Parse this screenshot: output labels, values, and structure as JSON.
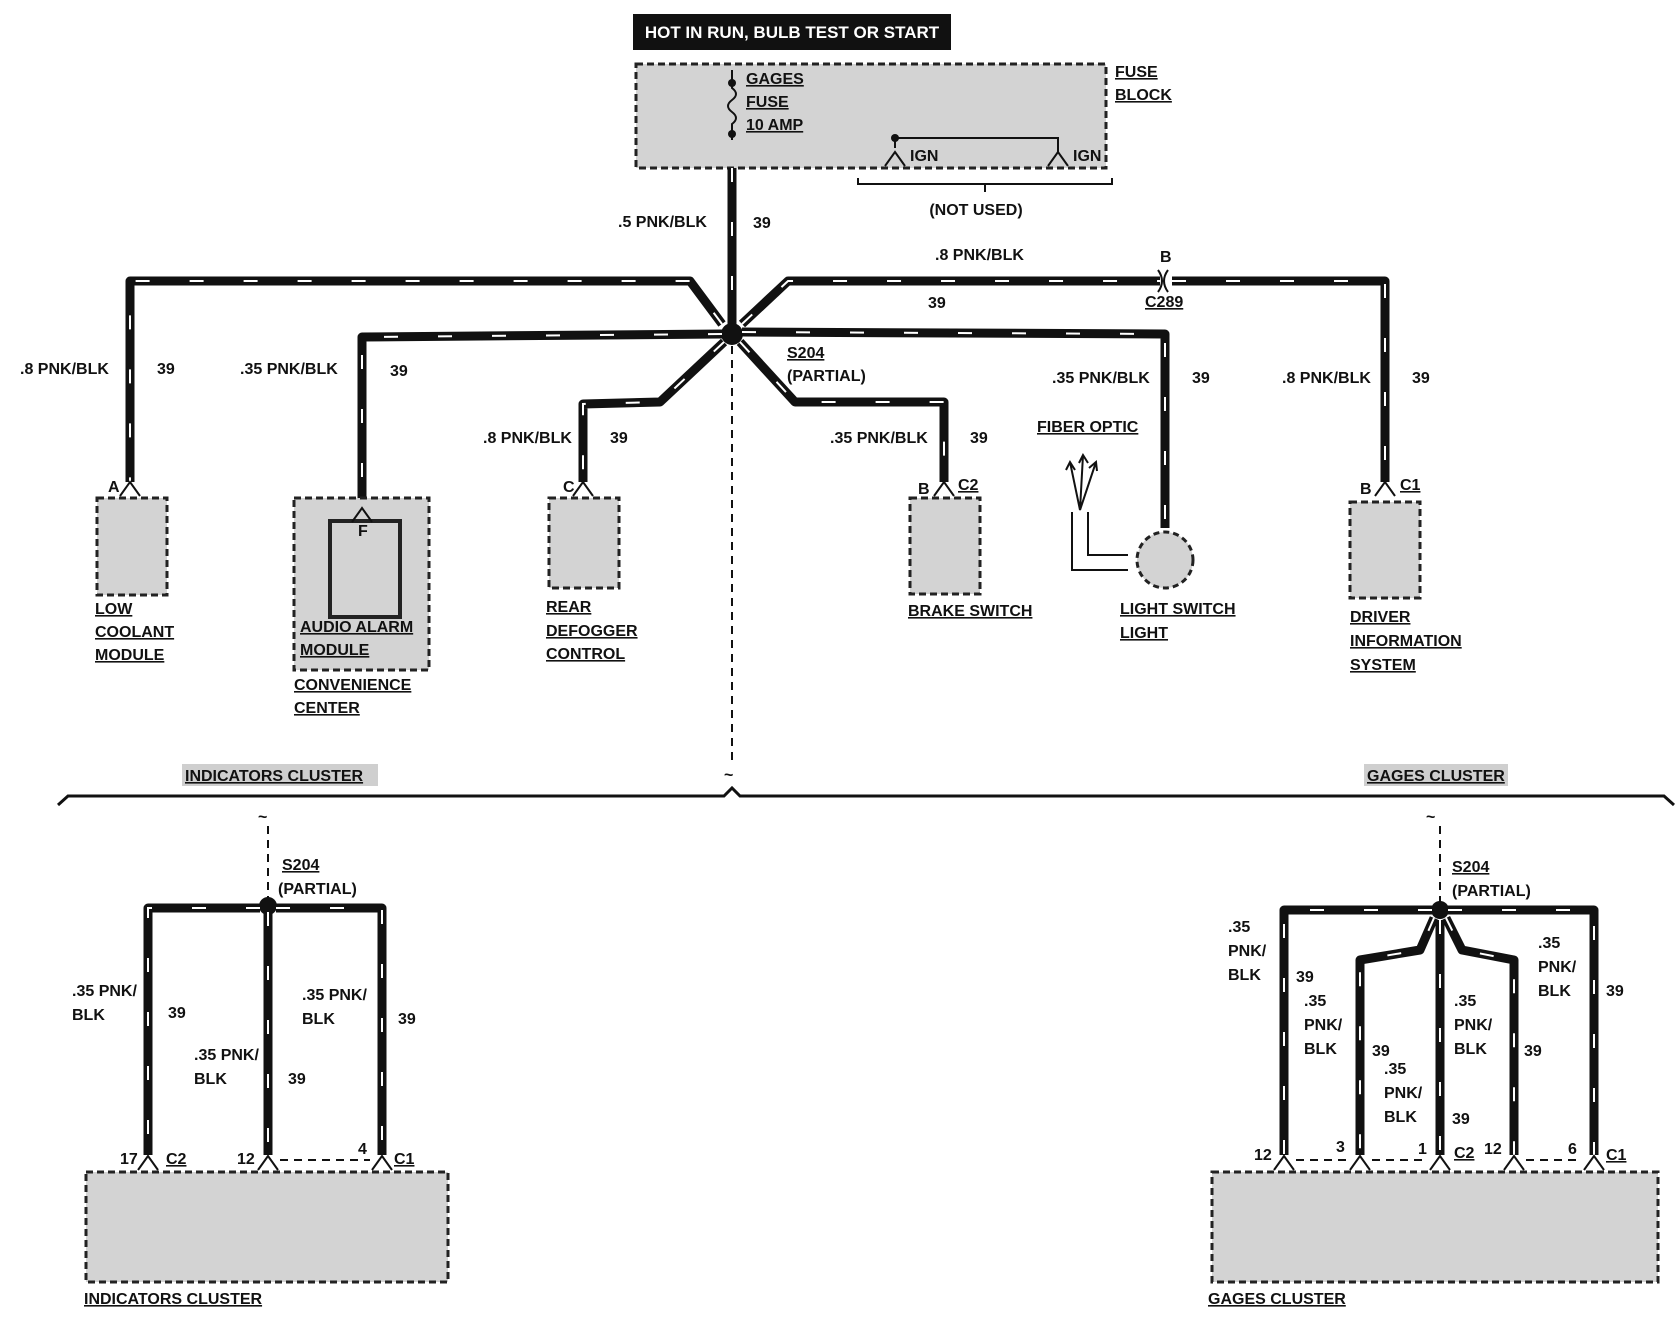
{
  "header": "HOT IN RUN, BULB TEST OR START",
  "fuse_block": {
    "fuse_name": "GAGES",
    "fuse_word": "FUSE",
    "fuse_rating": "10 AMP",
    "block_label_1": "FUSE",
    "block_label_2": "BLOCK",
    "ign_1": "IGN",
    "ign_2": "IGN",
    "not_used": "(NOT USED)"
  },
  "wires": {
    "main_gauge": ".5 PNK/BLK",
    "main_circuit": "39",
    "low_coolant_gauge": ".8 PNK/BLK",
    "low_coolant_circuit": "39",
    "audio_gauge": ".35 PNK/BLK",
    "audio_circuit": "39",
    "defogger_gauge": ".8 PNK/BLK",
    "defogger_circuit": "39",
    "brake_gauge": ".35 PNK/BLK",
    "brake_circuit": "39",
    "light_switch_gauge": ".35 PNK/BLK",
    "light_switch_circuit": "39",
    "dis_top_gauge": ".8 PNK/BLK",
    "dis_top_circuit": "39",
    "dis_gauge": ".8 PNK/BLK",
    "dis_circuit": "39"
  },
  "splices": {
    "s204": "S204",
    "partial": "(PARTIAL)",
    "c289": "C289",
    "c289_pin": "B"
  },
  "components": {
    "low_coolant": {
      "pin": "A",
      "line1": "LOW",
      "line2": "COOLANT",
      "line3": "MODULE"
    },
    "audio_alarm": {
      "pin": "F",
      "line1": "AUDIO ALARM",
      "line2": "MODULE",
      "center1": "CONVENIENCE",
      "center2": "CENTER"
    },
    "rear_defogger": {
      "pin": "C",
      "line1": "REAR",
      "line2": "DEFOGGER",
      "line3": "CONTROL"
    },
    "brake_switch": {
      "pin": "B",
      "conn": "C2",
      "line1": "BRAKE SWITCH"
    },
    "light_switch": {
      "fiber": "FIBER OPTIC",
      "line1": "LIGHT SWITCH",
      "line2": "LIGHT"
    },
    "dis": {
      "pin": "B",
      "conn": "C1",
      "line1": "DRIVER",
      "line2": "INFORMATION",
      "line3": "SYSTEM"
    }
  },
  "clusters": {
    "indicators_header": "INDICATORS CLUSTER",
    "gages_header": "GAGES CLUSTER",
    "indicators_label": "INDICATORS CLUSTER",
    "gages_label": "GAGES CLUSTER",
    "ind_s204": "S204",
    "ind_partial": "(PARTIAL)",
    "gag_s204": "S204",
    "gag_partial": "(PARTIAL)",
    "ind_w1_a": ".35 PNK/",
    "ind_w1_b": "BLK",
    "ind_w1_c": "39",
    "ind_w2_a": ".35 PNK/",
    "ind_w2_b": "BLK",
    "ind_w2_c": "39",
    "ind_w3_a": ".35 PNK/",
    "ind_w3_b": "BLK",
    "ind_w3_c": "39",
    "ind_pin_17": "17",
    "ind_c2": "C2",
    "ind_pin_12": "12",
    "ind_pin_4": "4",
    "ind_c1": "C1",
    "gag_w1_a": ".35",
    "gag_w1_b": "PNK/",
    "gag_w1_c": "BLK",
    "gag_w1_d": "39",
    "gag_w2_a": ".35",
    "gag_w2_b": "PNK/",
    "gag_w2_c": "BLK",
    "gag_w2_d": "39",
    "gag_w3_a": ".35",
    "gag_w3_b": "PNK/",
    "gag_w3_c": "BLK",
    "gag_w3_d": "39",
    "gag_w4_a": ".35",
    "gag_w4_b": "PNK/",
    "gag_w4_c": "BLK",
    "gag_w4_d": "39",
    "gag_w5_a": ".35",
    "gag_w5_b": "PNK/",
    "gag_w5_c": "BLK",
    "gag_w5_d": "39",
    "gag_pin_12a": "12",
    "gag_pin_3": "3",
    "gag_pin_1": "1",
    "gag_c2": "C2",
    "gag_pin_12b": "12",
    "gag_pin_6": "6",
    "gag_c1": "C1"
  },
  "break_symbol": "~"
}
